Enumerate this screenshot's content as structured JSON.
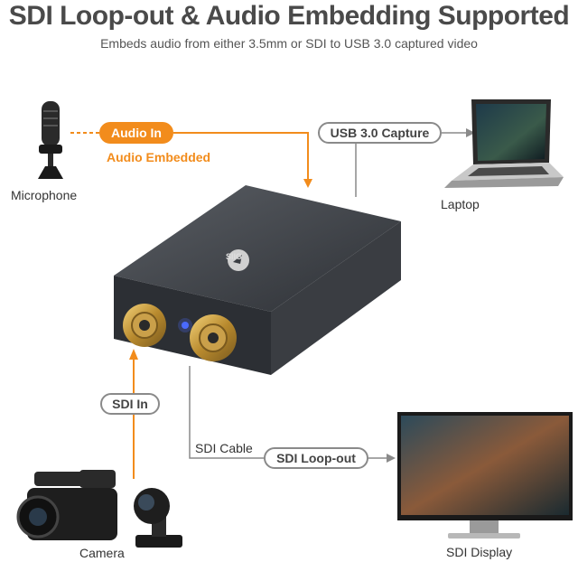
{
  "title": "SDI Loop-out & Audio Embedding Supported",
  "subtitle": "Embeds audio from either 3.5mm or SDI to USB 3.0 captured video",
  "labels": {
    "audio_in": "Audio In",
    "audio_embedded": "Audio Embedded",
    "usb_capture": "USB 3.0 Capture",
    "sdi_in": "SDI In",
    "sdi_cable": "SDI Cable",
    "sdi_loopout": "SDI Loop-out",
    "microphone": "Microphone",
    "laptop": "Laptop",
    "camera": "Camera",
    "sdi_display": "SDI Display"
  },
  "device": {
    "brand": "SIIG"
  },
  "colors": {
    "accent": "#f28c1c",
    "line": "#8a8a8a",
    "device_body": "#3a3d42",
    "connector_gold": "#c9a14a"
  }
}
